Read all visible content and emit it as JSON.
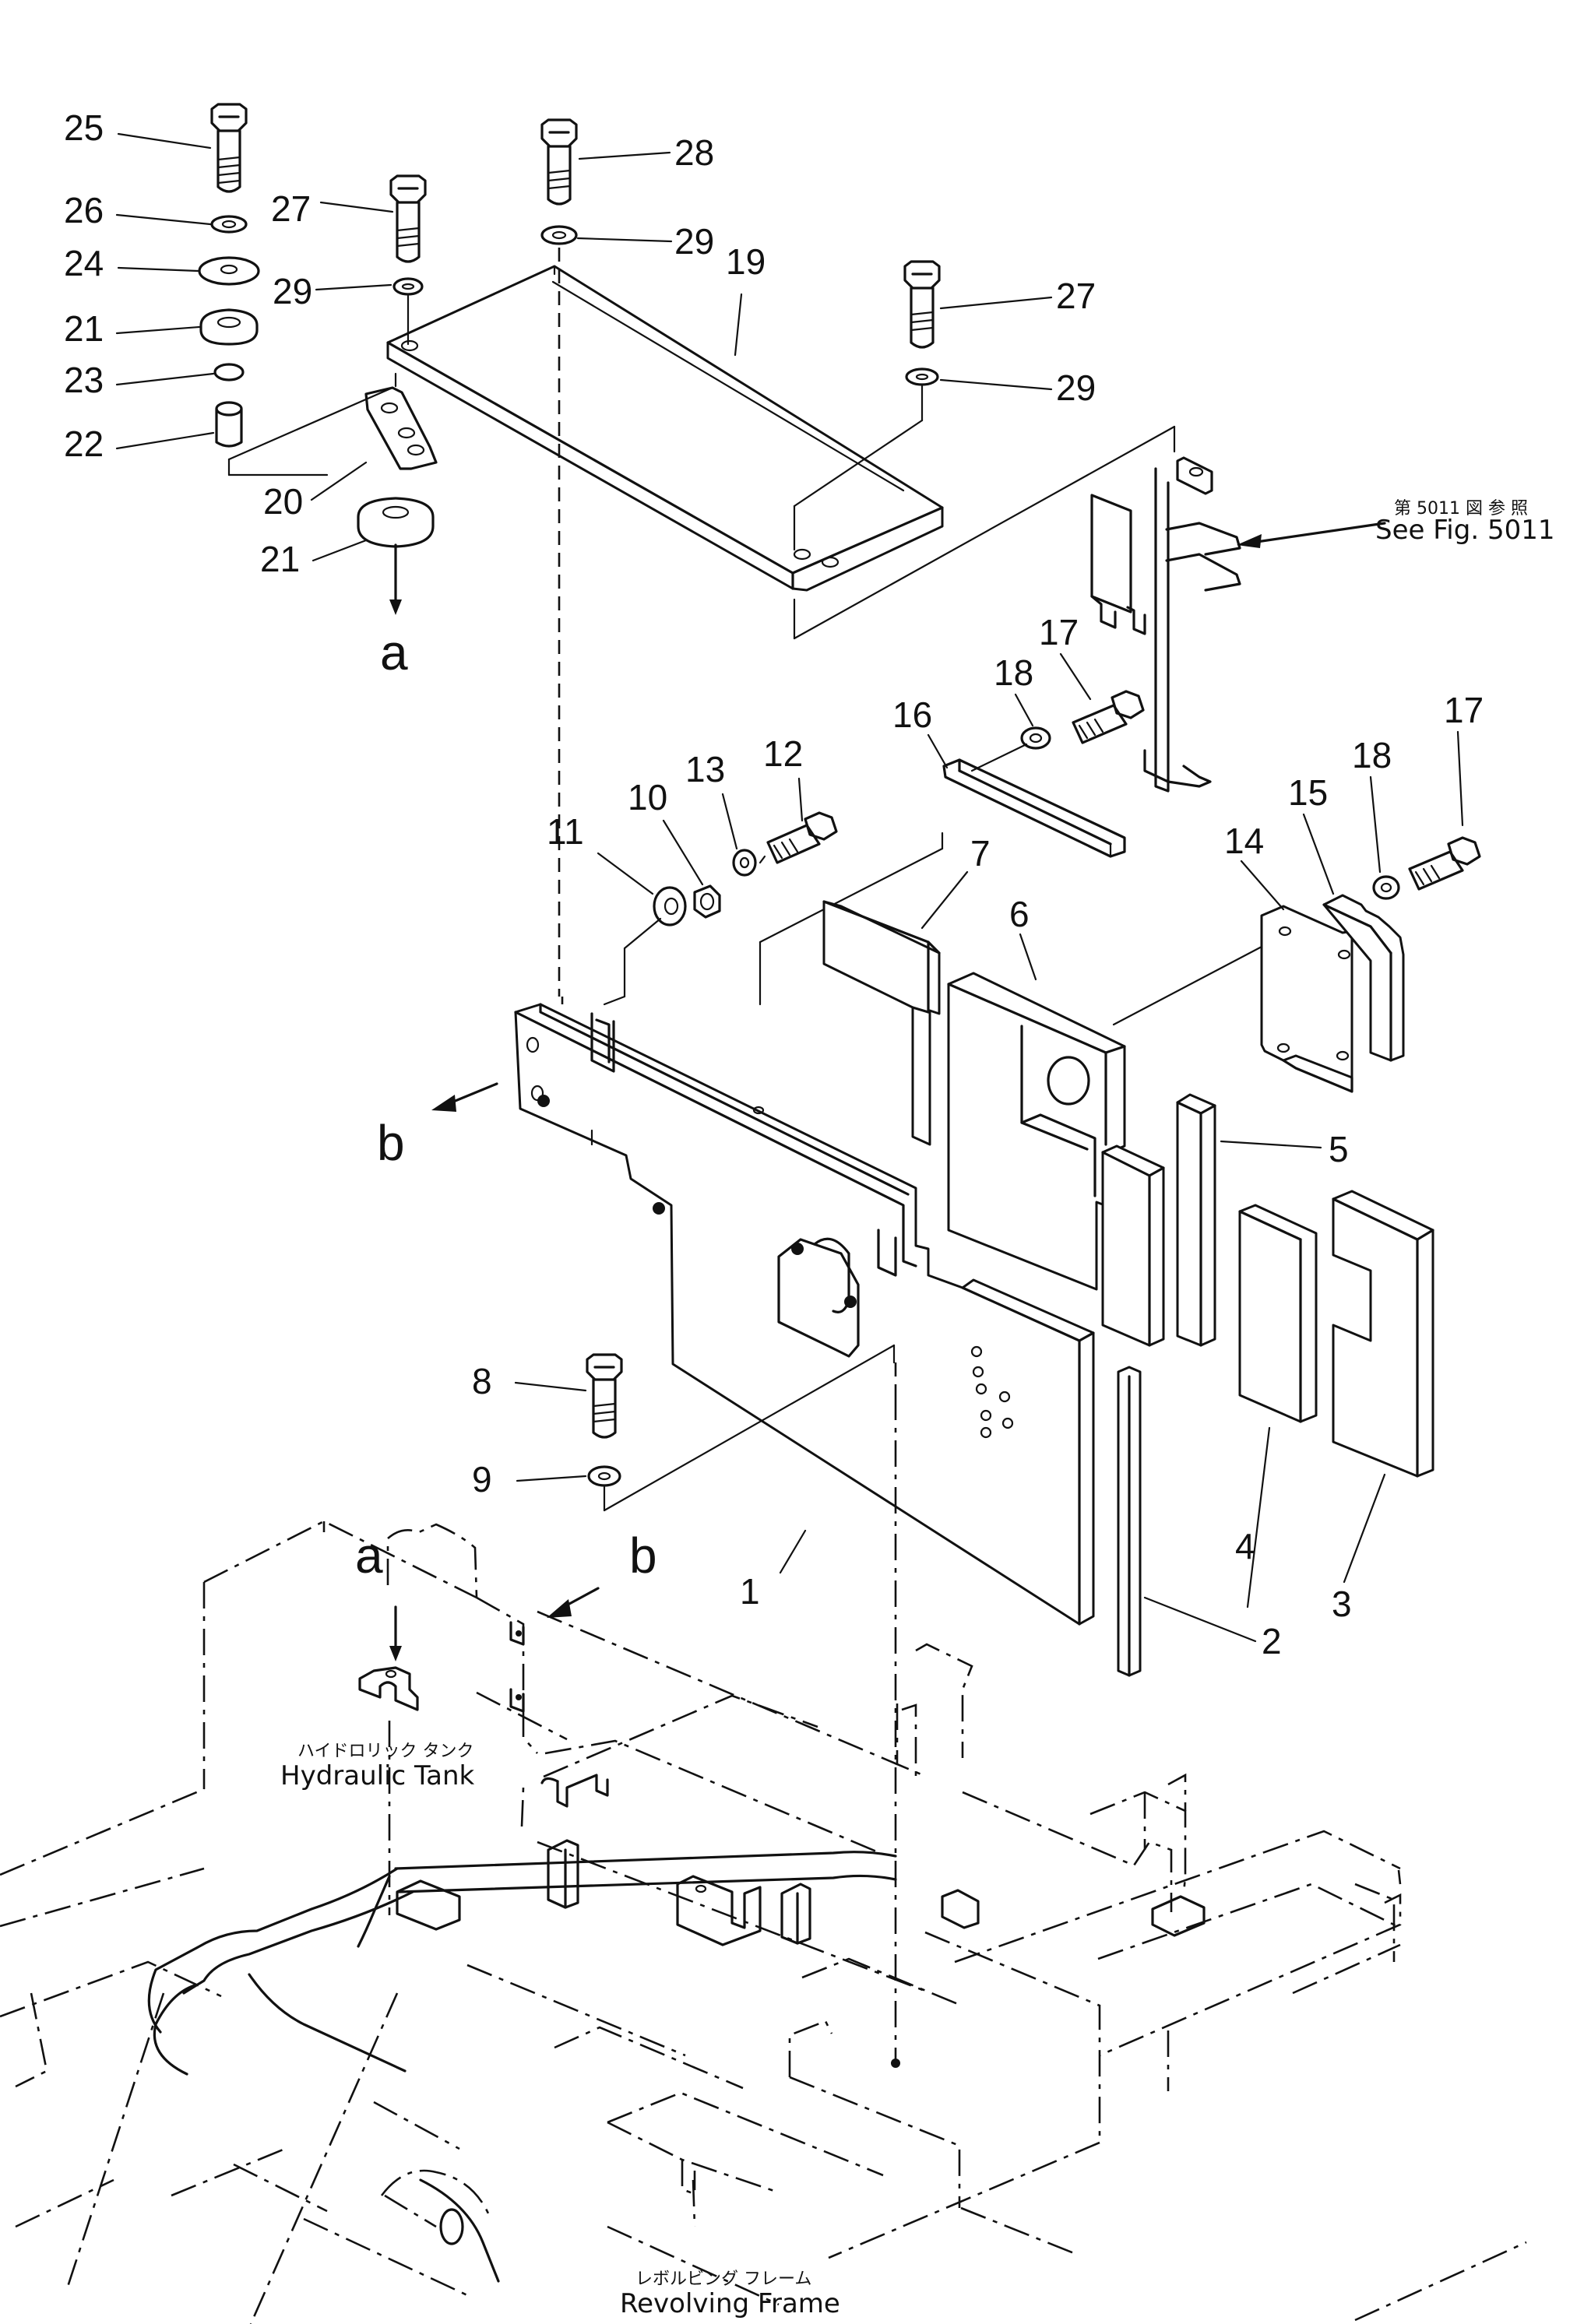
{
  "parts": {
    "p25": "25",
    "p26": "26",
    "p24": "24",
    "p21a": "21",
    "p23": "23",
    "p22": "22",
    "p20": "20",
    "p21b": "21",
    "p27a": "27",
    "p29a": "29",
    "p28": "28",
    "p29b": "29",
    "p19": "19",
    "p27b": "27",
    "p29c": "29",
    "p17a": "17",
    "p18a": "18",
    "p16": "16",
    "p13": "13",
    "p12": "12",
    "p10": "10",
    "p11": "11",
    "p7": "7",
    "p6": "6",
    "p17b": "17",
    "p18b": "18",
    "p15": "15",
    "p14": "14",
    "p5": "5",
    "p8": "8",
    "p9": "9",
    "p1": "1",
    "p4": "4",
    "p3": "3",
    "p2": "2"
  },
  "refs": {
    "a_top": "a",
    "b_left": "b",
    "a_tank": "a",
    "b_tank": "b"
  },
  "see_fig": {
    "jp": "第 5011 図 参 照",
    "en": "See Fig. 5011"
  },
  "hydraulic_tank": {
    "jp": "ハイドロリック タンク",
    "en": "Hydraulic Tank"
  },
  "revolving_frame": {
    "jp": "レボルビング フレーム",
    "en": "Revolving Frame"
  }
}
